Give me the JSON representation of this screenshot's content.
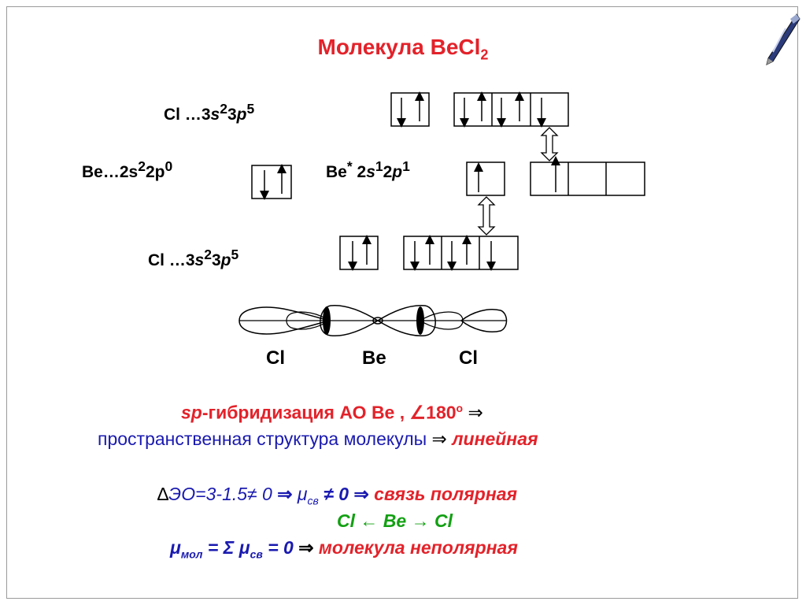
{
  "title": {
    "text": "Молекула BeCl",
    "sub": "2"
  },
  "configs": {
    "cl_top": {
      "prefix": "Cl …3",
      "s": "s",
      "sup1": "2",
      "mid": "3",
      "p": "p",
      "sup2": "5"
    },
    "be": {
      "prefix": "Be…2s",
      "sup1": "2",
      "mid": "2p",
      "sup2": "0"
    },
    "be_star": {
      "prefix": "Be",
      "star": "*",
      "mid1": " 2",
      "s": "s",
      "sup1": "1",
      "mid2": "2",
      "p": "p",
      "sup2": "1"
    },
    "cl_bottom": {
      "prefix": "Cl …3",
      "s": "s",
      "sup1": "2",
      "mid": "3",
      "p": "p",
      "sup2": "5"
    }
  },
  "atoms": {
    "left": "Cl",
    "center": "Be",
    "right": "Cl"
  },
  "hybridization": {
    "sp": "sp",
    "text": "-гибридизация АО  Be , ",
    "angle_sym": "∠",
    "angle": "180",
    "degree": "o",
    "implies": "⇒"
  },
  "structure": {
    "text": "пространственная структура молекулы ",
    "implies": "⇒",
    "result": "линейная"
  },
  "polarity": {
    "delta": "∆",
    "eo": "ЭО=3-1.5",
    "neq0": "≠ 0",
    "implies1": "⇒",
    "mu": "μ",
    "mu_sub": "св",
    "mu_neq": "≠ 0",
    "implies2": "⇒",
    "result": "связь полярная"
  },
  "bond_direction": {
    "text": "Cl ← Be  → Cl"
  },
  "total": {
    "mu": "μ",
    "sub": "мол",
    "eq": " = ",
    "sigma": "Σ",
    "mu2": "μ",
    "sub2": "св",
    "eq0": " = 0 ",
    "implies": "⇒",
    "result": "молекула  неполярная"
  },
  "colors": {
    "red": "#e3222a",
    "blue": "#1a1ab0",
    "green": "#12a012"
  },
  "icons": [
    "up-arrow-icon",
    "down-arrow-icon",
    "double-arrow-icon",
    "pen-icon"
  ]
}
